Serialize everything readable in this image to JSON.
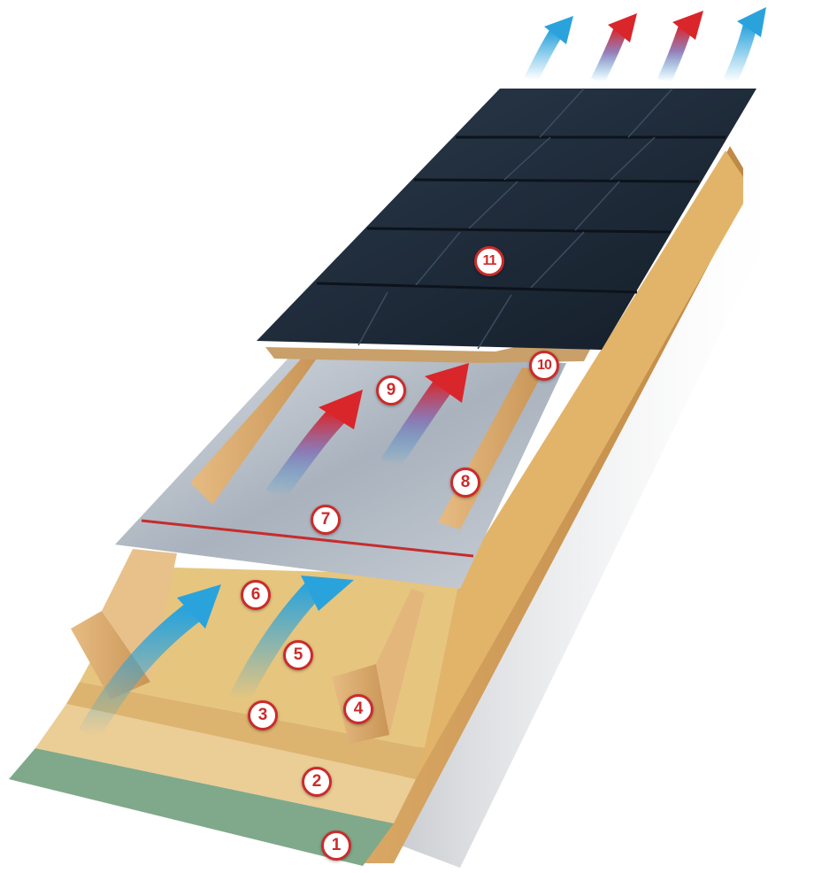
{
  "layers": [
    {
      "id": "1",
      "label": "1"
    },
    {
      "id": "2",
      "label": "2"
    },
    {
      "id": "3",
      "label": "3"
    },
    {
      "id": "4",
      "label": "4"
    },
    {
      "id": "5",
      "label": "5"
    },
    {
      "id": "6",
      "label": "6"
    },
    {
      "id": "7",
      "label": "7"
    },
    {
      "id": "8",
      "label": "8"
    },
    {
      "id": "9",
      "label": "9"
    },
    {
      "id": "10",
      "label": "10"
    },
    {
      "id": "11",
      "label": "11"
    }
  ],
  "colors": {
    "plasterboard": "#7fa98a",
    "vapour_layer": "#e9c98f",
    "insulation": "#e2b970",
    "timber": "#d9ac72",
    "membrane": "#b9c2cc",
    "membrane_stripe": "#c62c2c",
    "tiles": "#1f2d3d",
    "badge_ring": "#cc2b2b",
    "air_cold": "#2aa3dc",
    "air_warm": "#d9262b"
  },
  "icons": {
    "cold_air_arrow": "arrow-up-cold",
    "warm_air_arrow": "arrow-up-warm"
  }
}
